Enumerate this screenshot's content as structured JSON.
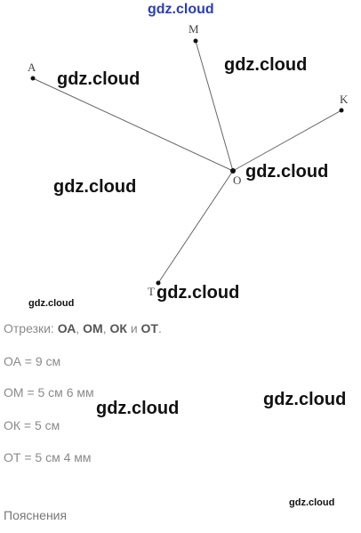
{
  "watermarks": {
    "top": "gdz.cloud",
    "w1": "gdz.cloud",
    "w2": "gdz.cloud",
    "w3": "gdz.cloud",
    "w4": "gdz.cloud",
    "w5": "gdz.cloud",
    "w6": "gdz.cloud",
    "w7": "gdz.cloud",
    "w8": "gdz.cloud",
    "w9": "gdz.cloud"
  },
  "figure": {
    "labels": {
      "A": "A",
      "M": "M",
      "K": "K",
      "O": "O",
      "T": "T"
    }
  },
  "text": {
    "segments_prefix": "Отрезки: ",
    "seg1": "ОА",
    "sep1": ", ",
    "seg2": "ОМ",
    "sep2": ", ",
    "seg3": "ОК",
    "and": " и ",
    "seg4": "ОТ",
    "end": ".",
    "oa": "ОА = 9 см",
    "om": "ОМ = 5 см 6 мм",
    "ok": "ОК = 5 см",
    "ot": "ОТ = 5 см 4 мм",
    "explanations": "Пояснения"
  }
}
